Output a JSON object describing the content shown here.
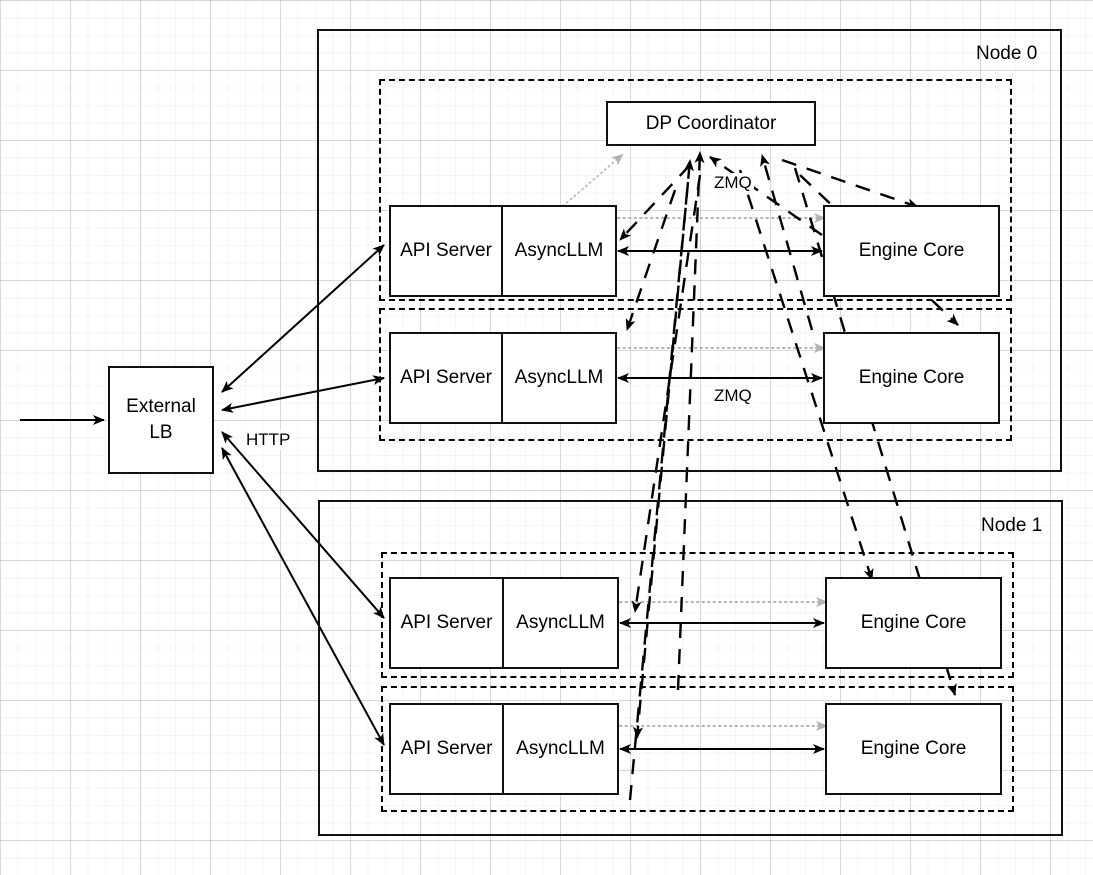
{
  "diagram": {
    "title": "vLLM data-parallel deployment topology",
    "background": "#ffffff",
    "grid_major_color": "#d9d9d9",
    "grid_minor_color": "#f2f2f2",
    "stroke_color": "#000000",
    "dotted_arrow_color": "#b3b3b3"
  },
  "external": {
    "lb_label": "External\nLB",
    "http_label": "HTTP"
  },
  "nodes": [
    {
      "id": "node0",
      "label": "Node 0",
      "groups": [
        {
          "id": "node0-group0",
          "coordinator": {
            "label": "DP Coordinator"
          },
          "server": {
            "api_label": "API Server",
            "async_label": "AsyncLLM"
          },
          "engine": {
            "label": "Engine Core"
          },
          "zmq_label": "ZMQ"
        },
        {
          "id": "node0-group1",
          "server": {
            "api_label": "API Server",
            "async_label": "AsyncLLM"
          },
          "engine": {
            "label": "Engine Core"
          },
          "zmq_label": "ZMQ"
        }
      ]
    },
    {
      "id": "node1",
      "label": "Node 1",
      "groups": [
        {
          "id": "node1-group0",
          "server": {
            "api_label": "API Server",
            "async_label": "AsyncLLM"
          },
          "engine": {
            "label": "Engine Core"
          }
        },
        {
          "id": "node1-group1",
          "server": {
            "api_label": "API Server",
            "async_label": "AsyncLLM"
          },
          "engine": {
            "label": "Engine Core"
          }
        }
      ]
    }
  ],
  "edges": {
    "ingress": "incoming-request-arrow",
    "lb_to_server": "bidirectional-http",
    "server_to_engine_solid": "bidirectional-zmq",
    "server_to_engine_dotted": "one-way-dotted-zmq",
    "engine_to_coordinator": "dashed-zmq-to-coordinator",
    "coordinator_to_server": "dotted-gray-wave"
  }
}
